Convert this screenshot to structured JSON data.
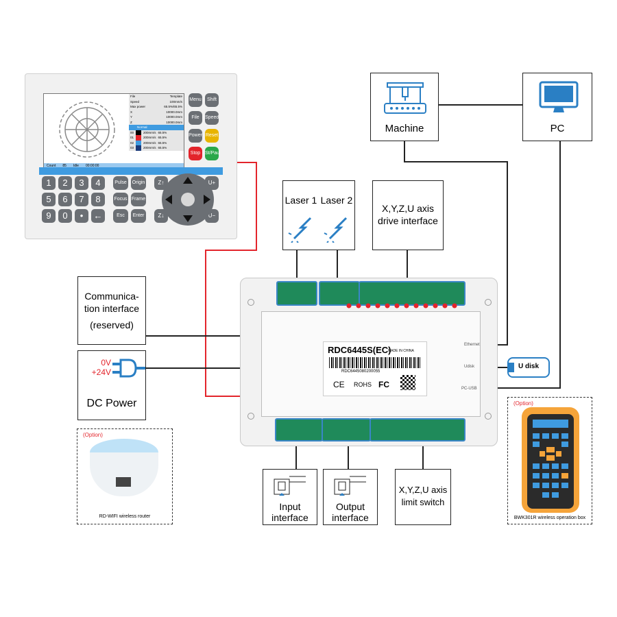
{
  "boxes": {
    "machine": "Machine",
    "pc": "PC",
    "laser1": "Laser 1",
    "laser2": "Laser 2",
    "drive_line1": "X,Y,Z,U axis",
    "drive_line2": "drive interface",
    "comm_line1": "Communica-",
    "comm_line2": "tion interface",
    "comm_line3": "(reserved)",
    "power_0v": "0V",
    "power_24v": "+24V",
    "power_title": "DC Power",
    "input_line1": "Input",
    "input_line2": "interface",
    "output_line1": "Output",
    "output_line2": "interface",
    "limit_line1": "X,Y,Z,U axis",
    "limit_line2": "limit switch",
    "udisk": "U disk"
  },
  "board": {
    "model": "RDC6445S(EC)",
    "made_in": "MADE IN CHINA",
    "serial": "RDC6445080200055",
    "ce": "CE",
    "rohs": "ROHS",
    "fc": "FC",
    "port_ethernet": "Ethernet",
    "port_udisk": "Udisk",
    "port_pcusb": "PC-USB"
  },
  "options": {
    "wifi_tag": "(Option)",
    "wifi_caption": "RD-WIFI wireless router",
    "remote_tag": "(Option)",
    "remote_caption": "BWK301R wireless operation box"
  },
  "panel": {
    "screen_rows": [
      {
        "k": "File",
        "v": "Template"
      },
      {
        "k": "Speed",
        "v": "100mm/s"
      },
      {
        "k": "Max power",
        "v": "65.5%/65.5%"
      },
      {
        "k": "X",
        "v": "10000.0mm"
      },
      {
        "k": "Y",
        "v": "10000.0mm"
      },
      {
        "k": "Z",
        "v": "10000.0mm"
      }
    ],
    "layer_header": "Normal",
    "layers": [
      {
        "n": "00",
        "speed": "200mm/s",
        "power": "65.5%"
      },
      {
        "n": "01",
        "speed": "200mm/s",
        "power": "65.5%"
      },
      {
        "n": "02",
        "speed": "200mm/s",
        "power": "65.5%"
      },
      {
        "n": "03",
        "speed": "200mm/s",
        "power": "65.5%"
      }
    ],
    "status_count": "Count",
    "status_count_val": "85",
    "status_idle": "Idle",
    "status_time": "00:00:00",
    "fkeys": [
      "Menu",
      "Shift",
      "File",
      "Speed",
      "Power",
      "Reset",
      "Stop",
      "St/Pau"
    ],
    "numkeys": [
      "1",
      "2",
      "3",
      "4",
      "5",
      "6",
      "7",
      "8",
      "9",
      "0",
      "•",
      "←"
    ],
    "midkeys": [
      "Pulse",
      "Origin",
      "Focus",
      "Frame",
      "Esc",
      "Enter"
    ],
    "axiskeys": [
      "Z↑",
      "U+",
      "Z↓",
      "U−"
    ]
  },
  "colors": {
    "red_line": "#e3242b",
    "connector_green": "#1f8a5a",
    "connector_blue": "#3a86c8",
    "panel_blue": "#3f9be0",
    "remote_orange": "#f5a43a"
  }
}
